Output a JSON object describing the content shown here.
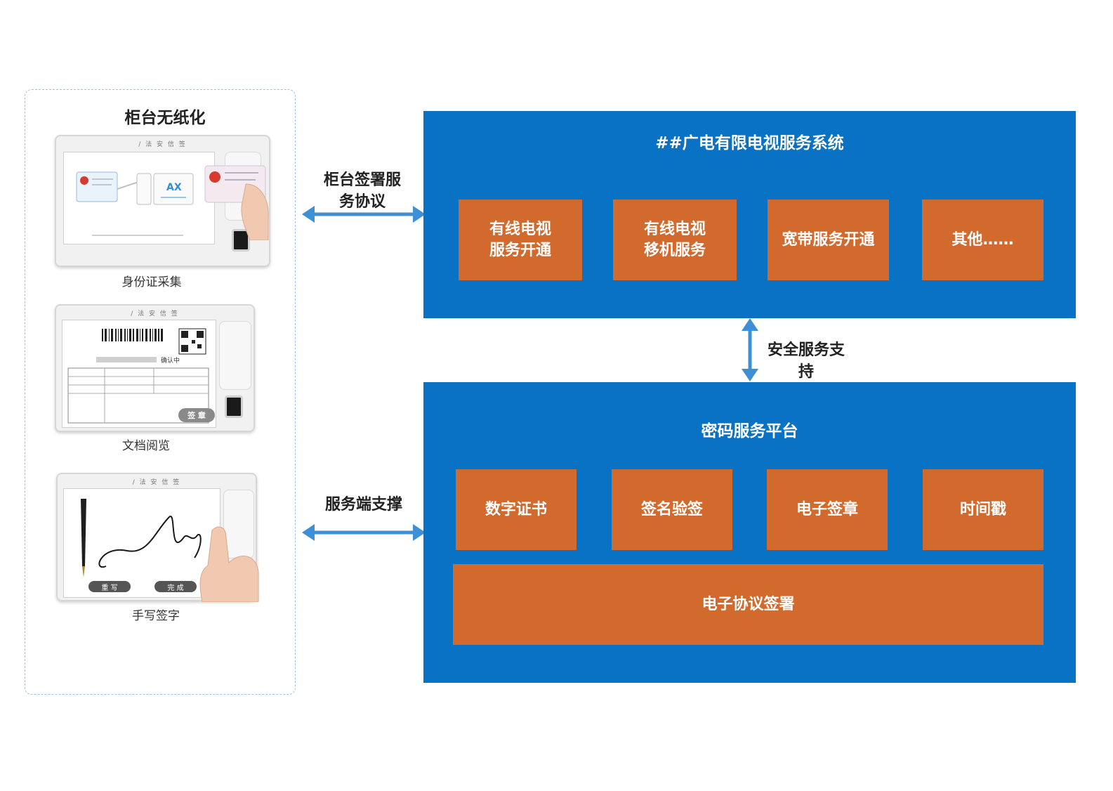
{
  "left": {
    "title": "柜台无纸化",
    "devices": [
      {
        "caption": "身份证采集",
        "brand": "/ 法 安 信 签"
      },
      {
        "caption": "文档阅览",
        "brand": "/ 法 安 信 签",
        "doc_status": "确认中",
        "sign_btn": "签 章"
      },
      {
        "caption": "手写签字",
        "brand": "/ 法 安 信 签",
        "btn_rewrite": "重 写",
        "btn_done": "完 成"
      }
    ]
  },
  "arrows": {
    "top_label": "柜台签署服务协议",
    "middle_label": "安全服务支持",
    "bottom_label": "服务端支撑"
  },
  "top_system": {
    "title": "##广电有限电视服务系统",
    "items": [
      "有线电视\n服务开通",
      "有线电视\n移机服务",
      "宽带服务开通",
      "其他……"
    ]
  },
  "bottom_system": {
    "title": "密码服务平台",
    "items": [
      "数字证书",
      "签名验签",
      "电子签章",
      "时间戳"
    ],
    "wide_item": "电子协议签署"
  },
  "colors": {
    "blue": "#0a72c4",
    "orange": "#d2692d",
    "arrow": "#3d8fd6",
    "dashed_border": "#9cc3e6"
  }
}
